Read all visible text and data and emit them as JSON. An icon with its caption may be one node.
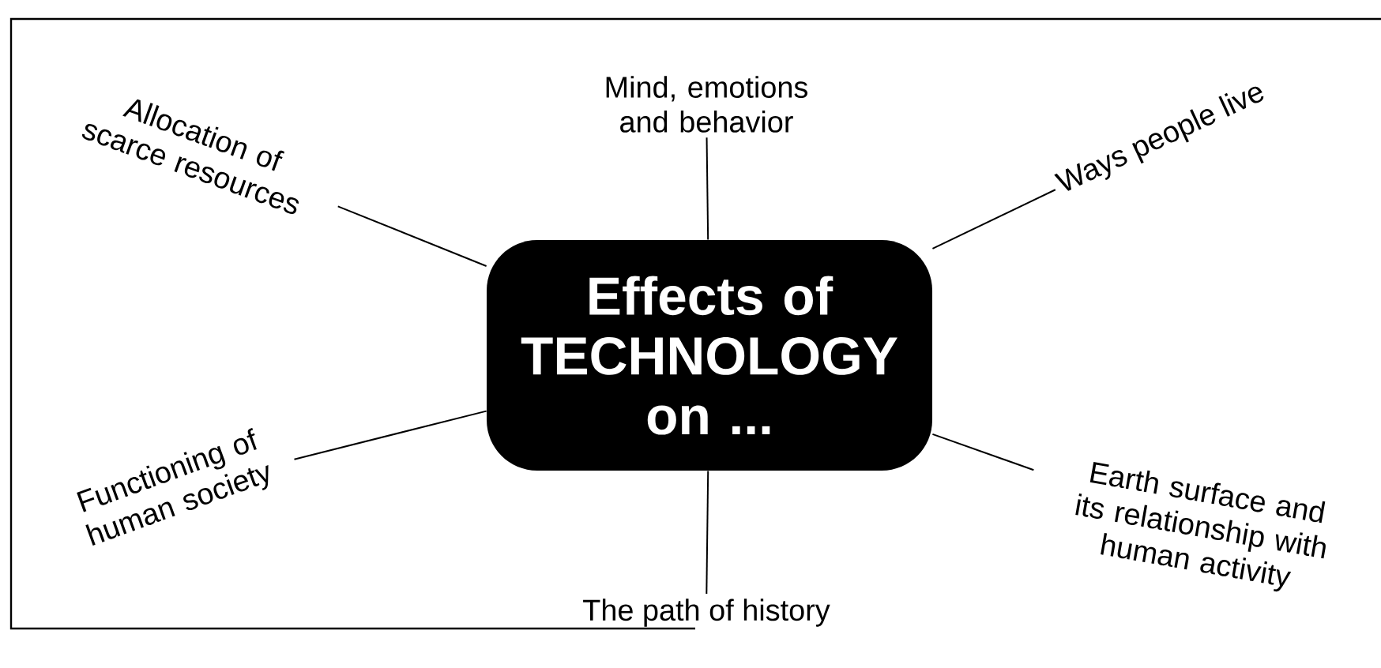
{
  "diagram": {
    "nodes": [
      {
        "text": [
          "Effects of TECHNOLOGY on ..."
        ]
      },
      {
        "text": [
          "Mind, emotions and behavior"
        ]
      },
      {
        "text": [
          "Allocation of scarce resources"
        ]
      },
      {
        "text": [
          "Ways people live"
        ]
      },
      {
        "text": [
          "Functioning of human society"
        ]
      },
      {
        "text": [
          "Earth surface and its relationship with human activity"
        ]
      },
      {
        "text": [
          "The path of history"
        ]
      }
    ],
    "edges": [
      {
        "from": 0,
        "to": 1,
        "arrow": "none"
      },
      {
        "from": 0,
        "to": 2,
        "arrow": "none"
      },
      {
        "from": 0,
        "to": 3,
        "arrow": "none"
      },
      {
        "from": 0,
        "to": 4,
        "arrow": "none"
      },
      {
        "from": 0,
        "to": 5,
        "arrow": "none"
      },
      {
        "from": 0,
        "to": 6,
        "arrow": "none"
      }
    ]
  }
}
